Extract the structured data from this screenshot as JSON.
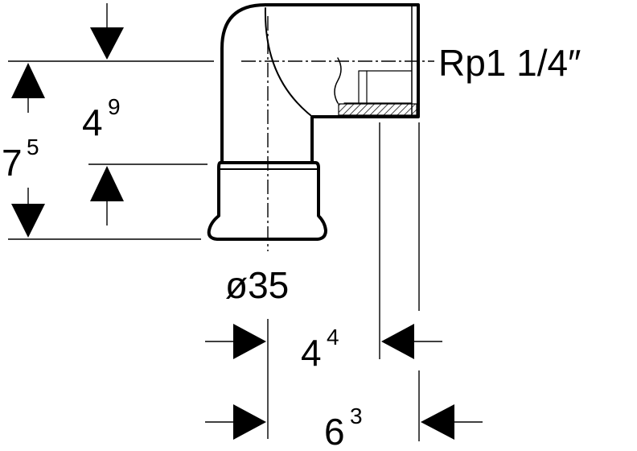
{
  "labels": {
    "thread": "Rp1 1/4″",
    "diameter": "ø35",
    "dim_total_height": {
      "base": "7",
      "sup": "5"
    },
    "dim_upper_height": {
      "base": "4",
      "sup": "9"
    },
    "dim_inner_offset": {
      "base": "4",
      "sup": "4"
    },
    "dim_outer_offset": {
      "base": "6",
      "sup": "3"
    }
  }
}
